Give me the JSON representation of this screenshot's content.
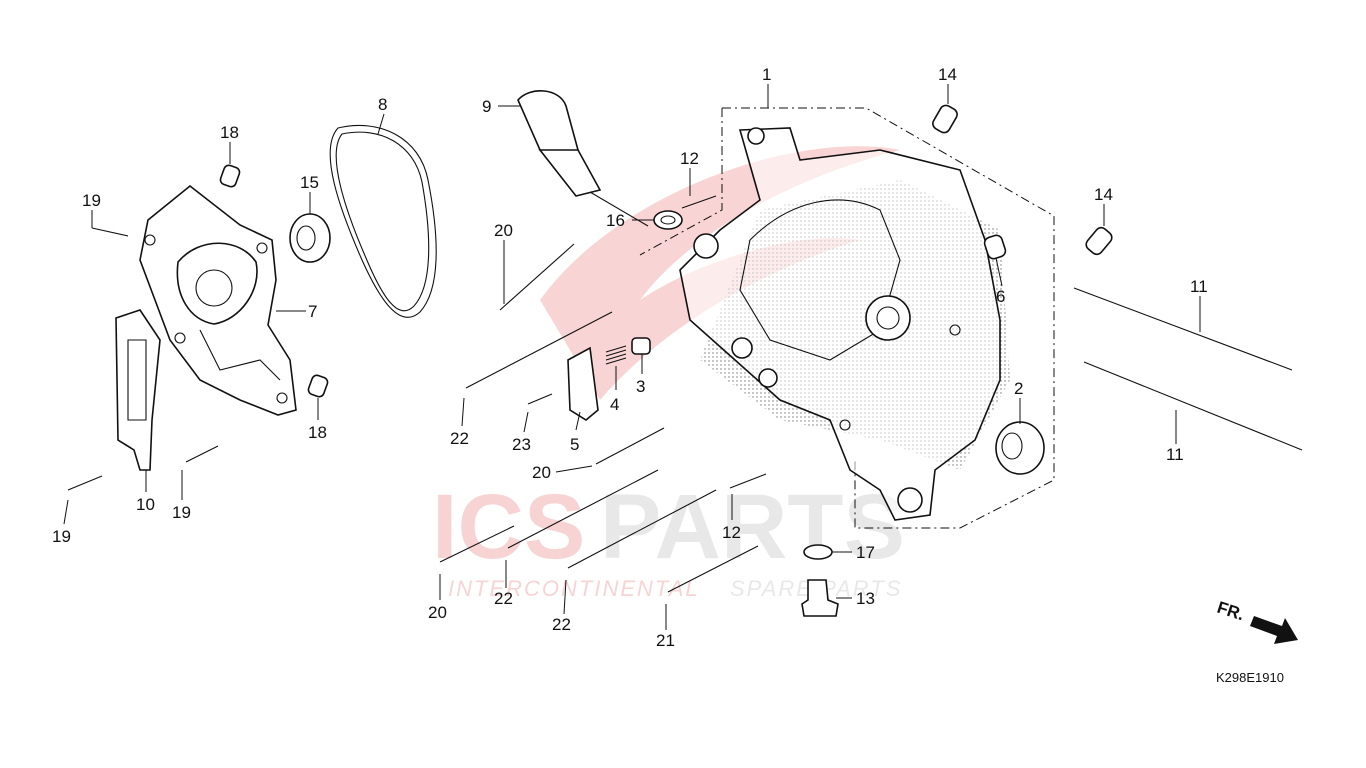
{
  "diagram": {
    "part_labels": [
      {
        "id": "p1",
        "text": "1"
      },
      {
        "id": "p2",
        "text": "2"
      },
      {
        "id": "p3",
        "text": "3"
      },
      {
        "id": "p4",
        "text": "4"
      },
      {
        "id": "p5",
        "text": "5"
      },
      {
        "id": "p6",
        "text": "6"
      },
      {
        "id": "p7",
        "text": "7"
      },
      {
        "id": "p8",
        "text": "8"
      },
      {
        "id": "p9",
        "text": "9"
      },
      {
        "id": "p10",
        "text": "10"
      },
      {
        "id": "p11a",
        "text": "11"
      },
      {
        "id": "p11b",
        "text": "11"
      },
      {
        "id": "p12a",
        "text": "12"
      },
      {
        "id": "p12b",
        "text": "12"
      },
      {
        "id": "p13",
        "text": "13"
      },
      {
        "id": "p14a",
        "text": "14"
      },
      {
        "id": "p14b",
        "text": "14"
      },
      {
        "id": "p15",
        "text": "15"
      },
      {
        "id": "p16",
        "text": "16"
      },
      {
        "id": "p17",
        "text": "17"
      },
      {
        "id": "p18a",
        "text": "18"
      },
      {
        "id": "p18b",
        "text": "18"
      },
      {
        "id": "p19a",
        "text": "19"
      },
      {
        "id": "p19b",
        "text": "19"
      },
      {
        "id": "p19c",
        "text": "19"
      },
      {
        "id": "p20a",
        "text": "20"
      },
      {
        "id": "p20b",
        "text": "20"
      },
      {
        "id": "p20c",
        "text": "20"
      },
      {
        "id": "p21",
        "text": "21"
      },
      {
        "id": "p22a",
        "text": "22"
      },
      {
        "id": "p22b",
        "text": "22"
      },
      {
        "id": "p22c",
        "text": "22"
      },
      {
        "id": "p23",
        "text": "23"
      }
    ],
    "front_indicator": "FR.",
    "diagram_code": "K298E1910"
  },
  "watermark": {
    "brand_left": "ICS",
    "brand_right": "PARTS",
    "tagline_left": "INTERCONTINENTAL",
    "tagline_right": "SPARE PARTS",
    "brand_color": "#e23b3b",
    "muted_color": "#cfcfcf"
  }
}
